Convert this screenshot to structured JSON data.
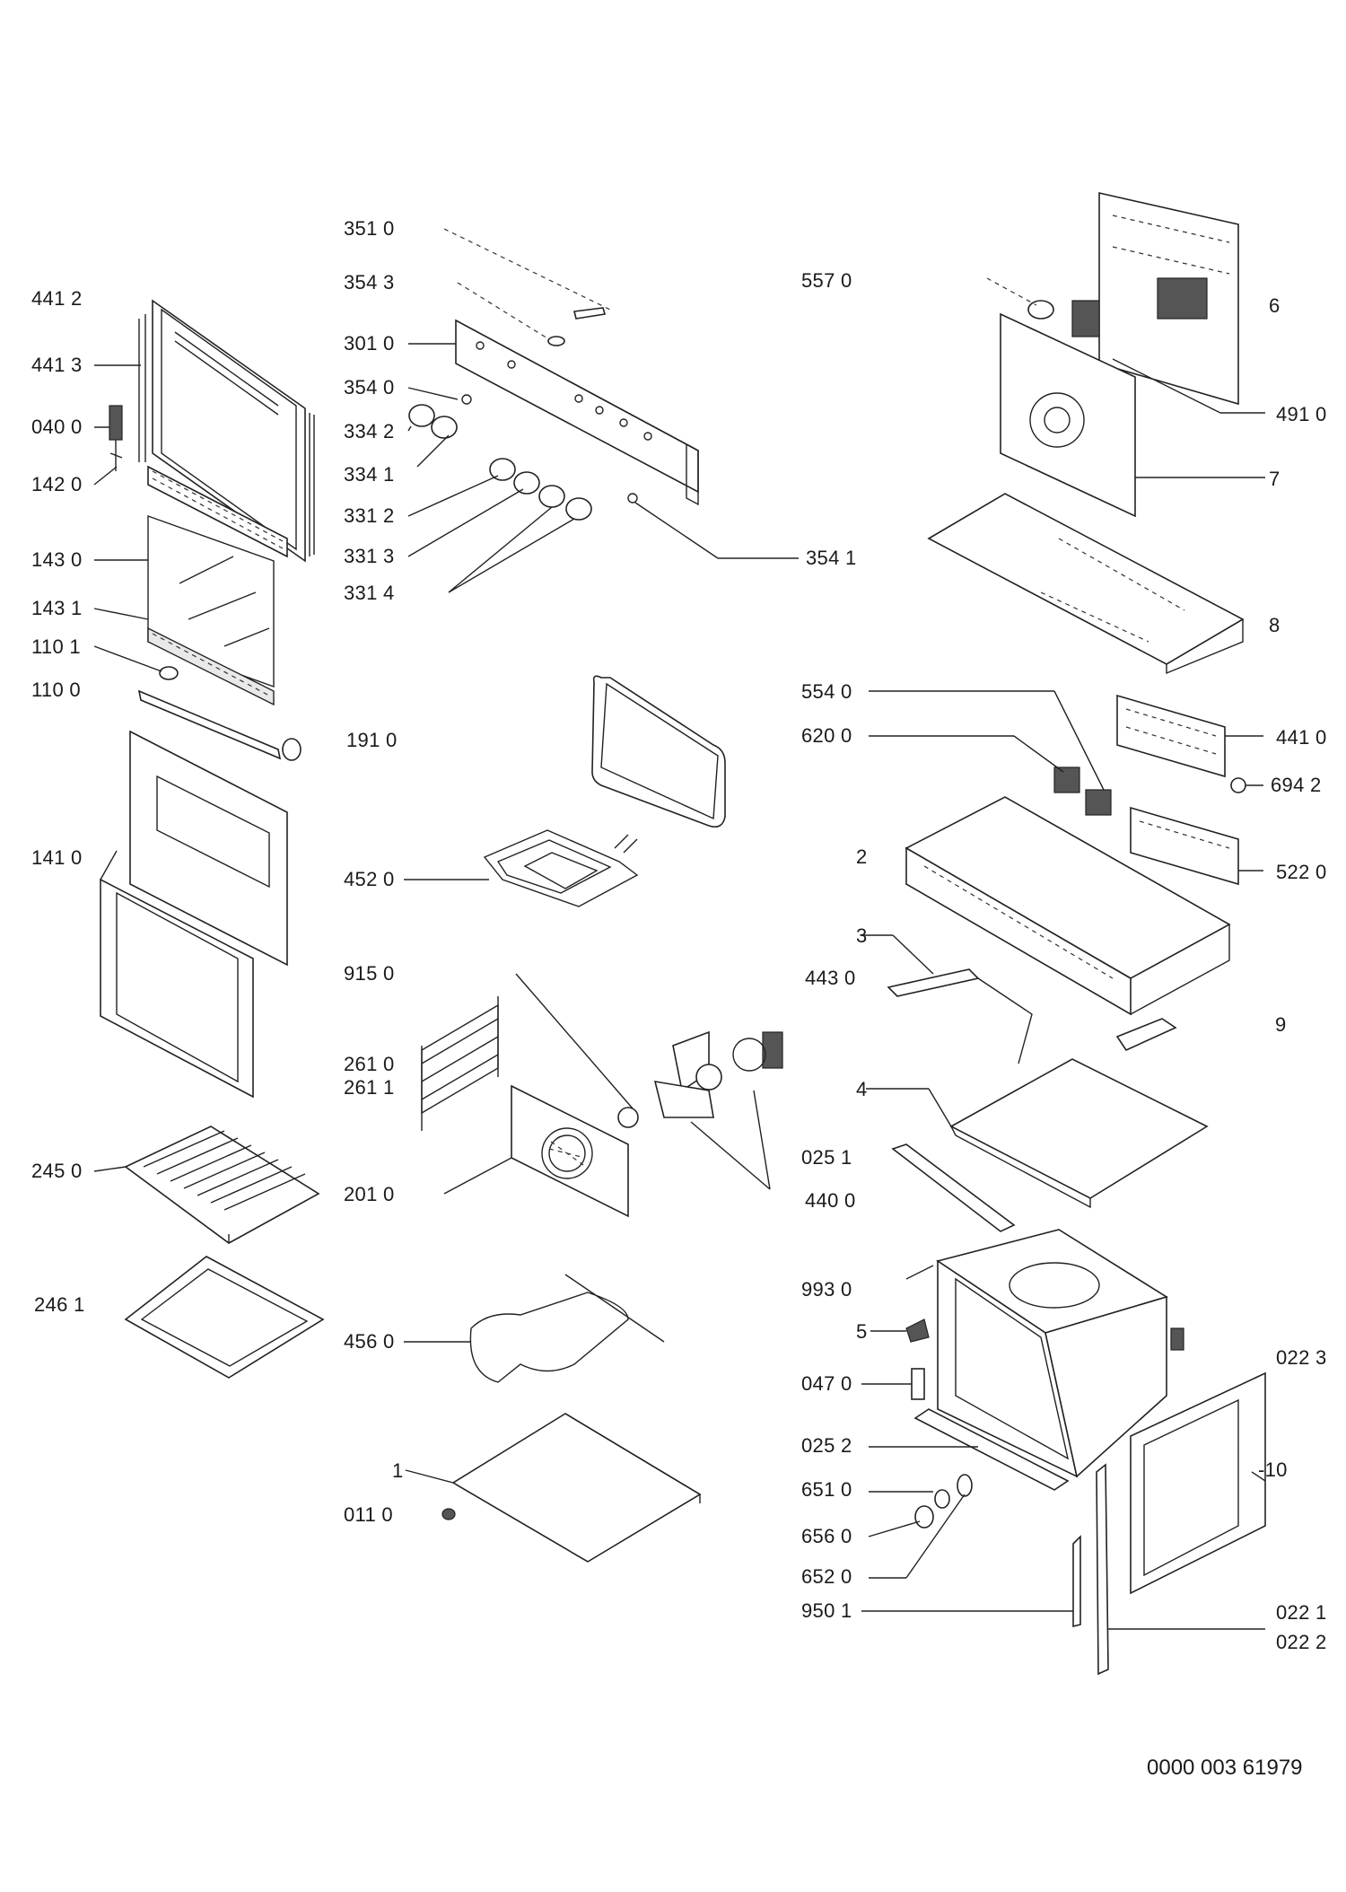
{
  "diagram": {
    "document_number": "0000 003 61979",
    "labels": [
      {
        "id": "441-2",
        "text": "441 2"
      },
      {
        "id": "441-3",
        "text": "441 3"
      },
      {
        "id": "040-0",
        "text": "040 0"
      },
      {
        "id": "142-0",
        "text": "142 0"
      },
      {
        "id": "143-0",
        "text": "143 0"
      },
      {
        "id": "143-1",
        "text": "143 1"
      },
      {
        "id": "110-1",
        "text": "110 1"
      },
      {
        "id": "110-0",
        "text": "110 0"
      },
      {
        "id": "141-0",
        "text": "141 0"
      },
      {
        "id": "245-0",
        "text": "245 0"
      },
      {
        "id": "246-1",
        "text": "246 1"
      },
      {
        "id": "351-0",
        "text": "351 0"
      },
      {
        "id": "354-3",
        "text": "354 3"
      },
      {
        "id": "301-0",
        "text": "301 0"
      },
      {
        "id": "354-0",
        "text": "354 0"
      },
      {
        "id": "334-2",
        "text": "334 2"
      },
      {
        "id": "334-1",
        "text": "334 1"
      },
      {
        "id": "331-2",
        "text": "331 2"
      },
      {
        "id": "331-3",
        "text": "331 3"
      },
      {
        "id": "331-4",
        "text": "331 4"
      },
      {
        "id": "354-1",
        "text": "354 1"
      },
      {
        "id": "191-0",
        "text": "191 0"
      },
      {
        "id": "452-0",
        "text": "452 0"
      },
      {
        "id": "915-0",
        "text": "915 0"
      },
      {
        "id": "261-0",
        "text": "261 0"
      },
      {
        "id": "261-1",
        "text": "261 1"
      },
      {
        "id": "201-0",
        "text": "201 0"
      },
      {
        "id": "456-0",
        "text": "456 0"
      },
      {
        "id": "1",
        "text": "1"
      },
      {
        "id": "011-0",
        "text": "011 0"
      },
      {
        "id": "557-0",
        "text": "557 0"
      },
      {
        "id": "6",
        "text": "6"
      },
      {
        "id": "491-0",
        "text": "491 0"
      },
      {
        "id": "7",
        "text": "7"
      },
      {
        "id": "8",
        "text": "8"
      },
      {
        "id": "554-0",
        "text": "554 0"
      },
      {
        "id": "620-0",
        "text": "620 0"
      },
      {
        "id": "441-0",
        "text": "441 0"
      },
      {
        "id": "694-2",
        "text": "694 2"
      },
      {
        "id": "2",
        "text": "2"
      },
      {
        "id": "522-0",
        "text": "522 0"
      },
      {
        "id": "3",
        "text": "3"
      },
      {
        "id": "443-0",
        "text": "443 0"
      },
      {
        "id": "9",
        "text": "9"
      },
      {
        "id": "4",
        "text": "4"
      },
      {
        "id": "025-1",
        "text": "025 1"
      },
      {
        "id": "440-0",
        "text": "440 0"
      },
      {
        "id": "993-0",
        "text": "993 0"
      },
      {
        "id": "5",
        "text": "5"
      },
      {
        "id": "022-3",
        "text": "022 3"
      },
      {
        "id": "047-0",
        "text": "047 0"
      },
      {
        "id": "025-2",
        "text": "025 2"
      },
      {
        "id": "10",
        "text": "-10"
      },
      {
        "id": "651-0",
        "text": "651 0"
      },
      {
        "id": "656-0",
        "text": "656 0"
      },
      {
        "id": "652-0",
        "text": "652 0"
      },
      {
        "id": "950-1",
        "text": "950 1"
      },
      {
        "id": "022-1",
        "text": "022 1"
      },
      {
        "id": "022-2",
        "text": "022 2"
      }
    ]
  }
}
